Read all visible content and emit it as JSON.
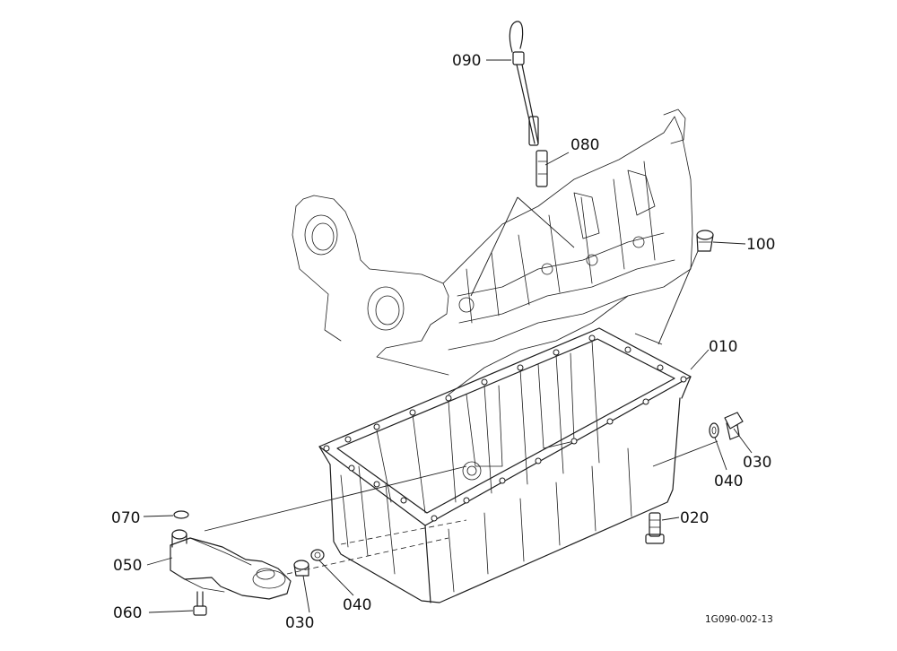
{
  "callouts": [
    {
      "id": "090",
      "label": "090"
    },
    {
      "id": "080",
      "label": "080"
    },
    {
      "id": "100",
      "label": "100"
    },
    {
      "id": "010",
      "label": "010"
    },
    {
      "id": "030a",
      "label": "030"
    },
    {
      "id": "040a",
      "label": "040"
    },
    {
      "id": "020",
      "label": "020"
    },
    {
      "id": "070",
      "label": "070"
    },
    {
      "id": "050",
      "label": "050"
    },
    {
      "id": "060",
      "label": "060"
    },
    {
      "id": "030b",
      "label": "030"
    },
    {
      "id": "040b",
      "label": "040"
    }
  ],
  "drawing_reference": "1G090-002-13",
  "parts": {
    "oil_pan": "010",
    "drain_plug": "020",
    "gasket": "030",
    "washer": "040",
    "oil_strainer": "050",
    "bolt": "060",
    "o_ring": "070",
    "dipstick_guide": "080",
    "dipstick": "090",
    "plug": "100"
  }
}
